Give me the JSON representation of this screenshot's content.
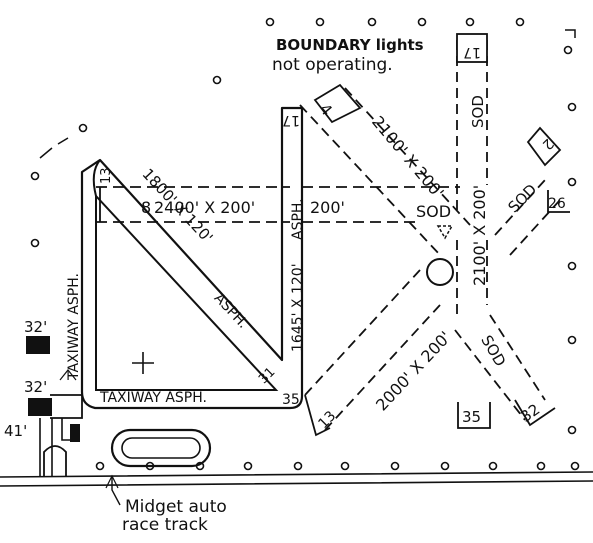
{
  "notes": {
    "boundary_line1": "BOUNDARY lights",
    "boundary_line2": "not operating.",
    "race_track_line1": "Midget auto",
    "race_track_line2": "race track"
  },
  "runways": {
    "sod_north_end": "17",
    "sod_north_size": "2100' X 200'",
    "sod_north_label": "SOD",
    "sod_north_num": "35",
    "sod_diag_end": "4",
    "sod_diag_size": "2100' X 200'",
    "sod_diag_label": "SOD",
    "sod_ne_end": "2",
    "sod_ne_label": "SOD",
    "sod_ne_num": "26",
    "sod_se_label": "SOD",
    "sod_se_num": "32",
    "ew_size": "2400' X 200'",
    "ew_left_num": "8",
    "ew_right": "200'",
    "asph_ns_end": "17",
    "asph_ns_label": "ASPH.",
    "asph_ns_size": "1645' X 120'",
    "asph_ns_num": "35",
    "asph_diag_num_top": "13",
    "asph_diag_size": "1800' X 120'",
    "asph_diag_label": "ASPH.",
    "asph_diag_num_bot": "31",
    "sw_size": "2000' X 200'",
    "sw_num": "13"
  },
  "taxiways": {
    "west": "TAXIWAY ASPH.",
    "south": "TAXIWAY ASPH."
  },
  "hangars": {
    "upper": "32'",
    "lower": "32'",
    "lower_side": "41'"
  },
  "icons": [
    "boundary-light-marker",
    "wind-tee",
    "beacon-circle",
    "segmented-circle",
    "race-track",
    "hangar-block"
  ]
}
